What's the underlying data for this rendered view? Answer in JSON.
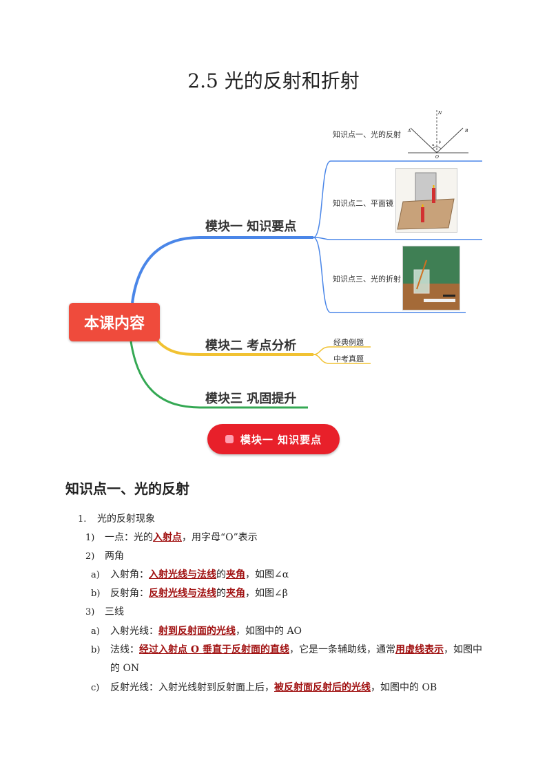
{
  "title": "2.5 光的反射和折射",
  "mindmap": {
    "root": "本课内容",
    "modules": [
      "模块一 知识要点",
      "模块二 考点分析",
      "模块三 巩固提升"
    ],
    "points": [
      "知识点一、光的反射",
      "知识点二、平面镜",
      "知识点三、光的折射"
    ],
    "module2_items": [
      "经典例题",
      "中考真题"
    ],
    "diagram_labels": {
      "A": "A",
      "B": "B",
      "N": "N",
      "O": "O",
      "alpha": "α",
      "beta": "β"
    }
  },
  "banner": "模块一  知识要点",
  "section_heading": "知识点一、光的反射",
  "content": {
    "l1_num": "1.",
    "l1_text": "光的反射现象",
    "l2_num": "1)",
    "l2_a": "一点：光的",
    "l2_em": "入射点",
    "l2_b": "，用字母“O”表示",
    "l3_num": "2)",
    "l3_text": "两角",
    "l4_num": "a)",
    "l4_a": "入射角：",
    "l4_em1": "入射光线与法线",
    "l4_b": "的",
    "l4_em2": "夹角",
    "l4_c": "，如图∠α",
    "l5_num": "b)",
    "l5_a": "反射角：",
    "l5_em1": "反射光线与法线",
    "l5_b": "的",
    "l5_em2": "夹角",
    "l5_c": "，如图∠β",
    "l6_num": "3)",
    "l6_text": "三线",
    "l7_num": "a)",
    "l7_a": "入射光线：",
    "l7_em": "射到反射面的光线",
    "l7_b": "，如图中的 AO",
    "l8_num": "b)",
    "l8_a": "法线：",
    "l8_em1": "经过入射点 O 垂直于反射面的直线",
    "l8_b": "，它是一条辅助线，通常",
    "l8_em2": "用虚线表示",
    "l8_c": "，如图中",
    "l9_text": "的 ON",
    "l10_num": "c)",
    "l10_a": "反射光线：入射光线射到反射面上后，",
    "l10_em": "被反射面反射后的光线",
    "l10_b": "，如图中的 OB"
  }
}
